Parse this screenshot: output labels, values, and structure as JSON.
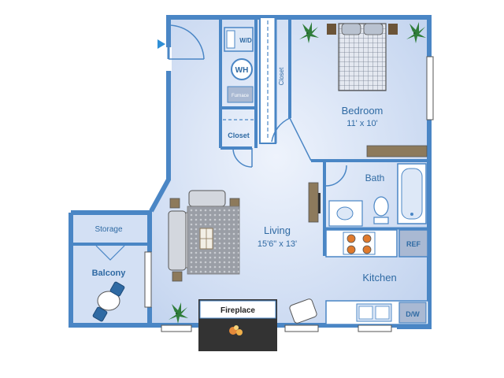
{
  "rooms": {
    "bedroom": {
      "name": "Bedroom",
      "size": "11' x 10'"
    },
    "bath": {
      "name": "Bath"
    },
    "living": {
      "name": "Living",
      "size": "15'6\" x 13'"
    },
    "kitchen": {
      "name": "Kitchen"
    },
    "storage": {
      "name": "Storage"
    },
    "balcony": {
      "name": "Balcony"
    },
    "closet_hall": {
      "name": "Closet"
    },
    "closet_vertical": {
      "name": "Closet"
    },
    "fireplace": {
      "name": "Fireplace"
    }
  },
  "appliances": {
    "washer_dryer": "W/D",
    "water_heater": "WH",
    "furnace": "Furnace",
    "refrigerator": "REF",
    "dishwasher": "D/W"
  },
  "colors": {
    "wall": "#4a86c5",
    "floor": "#cfdcf3",
    "floor_light": "#e6eefb",
    "label": "#2f6aa3"
  }
}
